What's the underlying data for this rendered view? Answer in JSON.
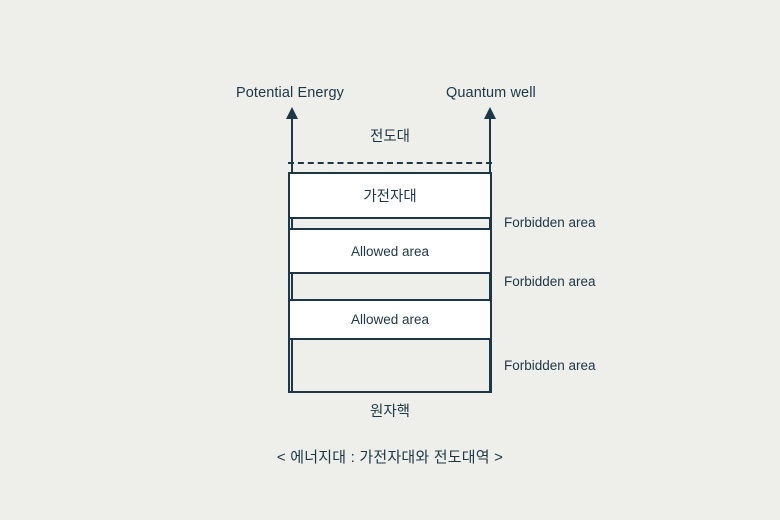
{
  "figure": {
    "caption": "< 에너지대 : 가전자대와 전도대역 >",
    "axis_titles": {
      "left": "Potential Energy",
      "right": "Quantum well"
    },
    "conduction_band_label": "전도대",
    "nucleus_label": "원자핵",
    "colors": {
      "background": "#eeeeea",
      "stroke": "#1d3747",
      "allowed_fill": "#ffffff",
      "forbidden_fill": "#eeeeea"
    },
    "bands": [
      {
        "label": "가전자대",
        "type": "allowed",
        "callout": ""
      },
      {
        "label": "",
        "type": "forbidden",
        "callout": "Forbidden area"
      },
      {
        "label": "Allowed area",
        "type": "allowed",
        "callout": ""
      },
      {
        "label": "",
        "type": "forbidden",
        "callout": "Forbidden area"
      },
      {
        "label": "Allowed area",
        "type": "allowed",
        "callout": ""
      },
      {
        "label": "",
        "type": "forbidden",
        "callout": "Forbidden area"
      }
    ],
    "callouts": [
      "Forbidden area",
      "Forbidden area",
      "Forbidden area"
    ]
  }
}
